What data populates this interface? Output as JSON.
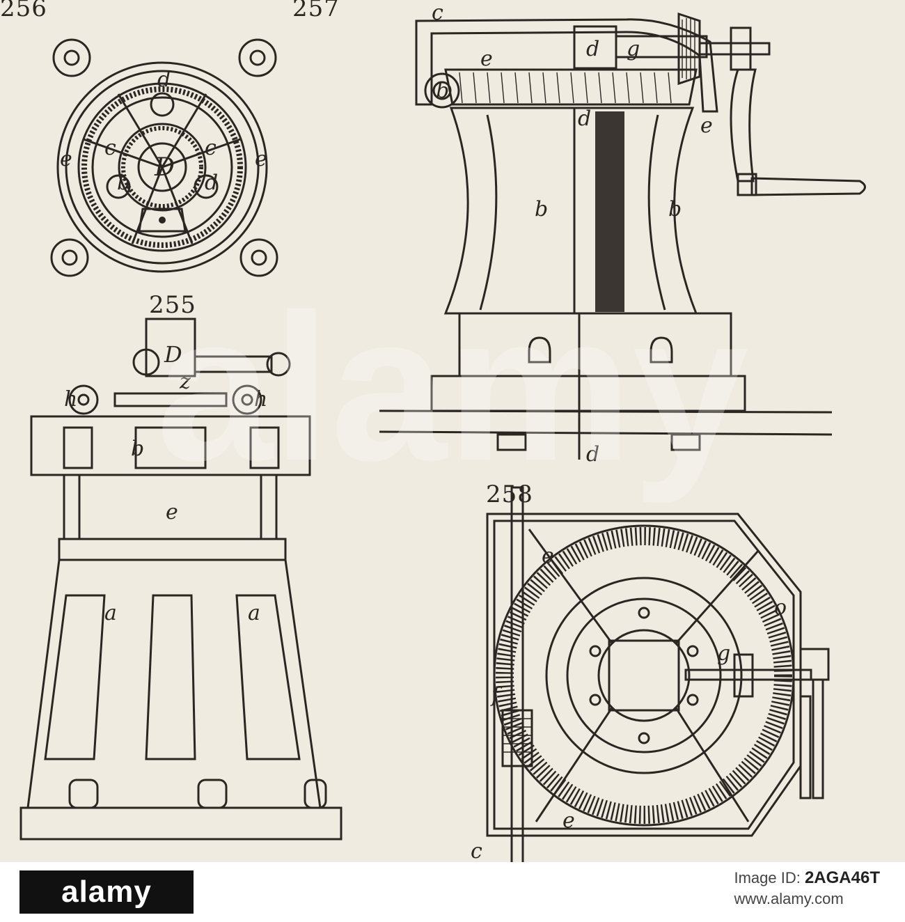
{
  "figures": {
    "fig256": {
      "number": "256",
      "labels": [
        "d",
        "c",
        "c",
        "b",
        "d",
        "D",
        "e",
        "e"
      ]
    },
    "fig257": {
      "number": "257",
      "labels": [
        "c",
        "d",
        "g",
        "e",
        "b",
        "d",
        "e",
        "b",
        "b",
        "d"
      ]
    },
    "fig255": {
      "number": "255",
      "labels": [
        "h",
        "D",
        "z",
        "h",
        "b",
        "e",
        "a",
        "a"
      ]
    },
    "fig258": {
      "number": "258",
      "labels": [
        "e",
        "o",
        "f",
        "g",
        "e",
        "c"
      ]
    }
  },
  "watermark": {
    "text": "alamy"
  },
  "footer": {
    "logo": "alamy",
    "image_id_prefix": "Image ID:",
    "image_id": "2AGA46T",
    "site": "www.alamy.com"
  }
}
